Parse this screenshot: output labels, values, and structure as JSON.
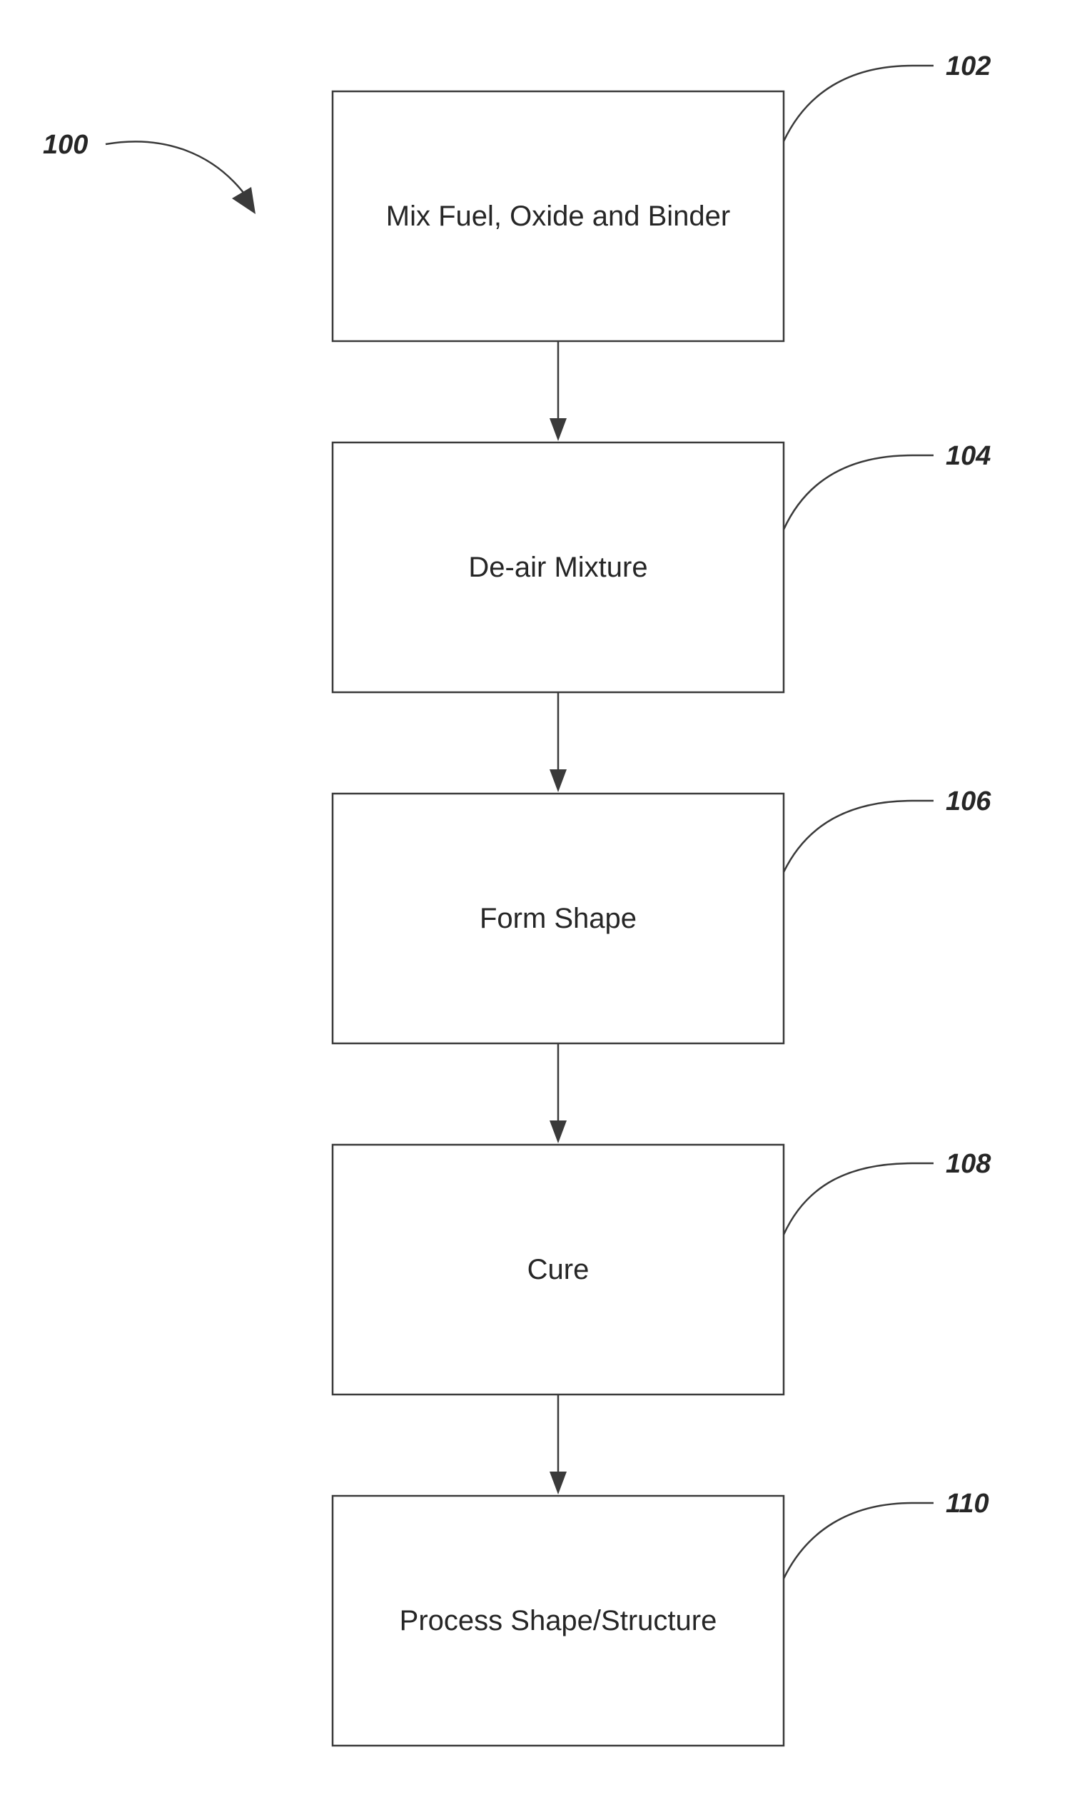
{
  "figure": {
    "reference": "100",
    "steps": [
      {
        "ref": "102",
        "label": "Mix Fuel, Oxide and Binder"
      },
      {
        "ref": "104",
        "label": "De-air Mixture"
      },
      {
        "ref": "106",
        "label": "Form Shape"
      },
      {
        "ref": "108",
        "label": "Cure"
      },
      {
        "ref": "110",
        "label": "Process Shape/Structure"
      }
    ]
  }
}
